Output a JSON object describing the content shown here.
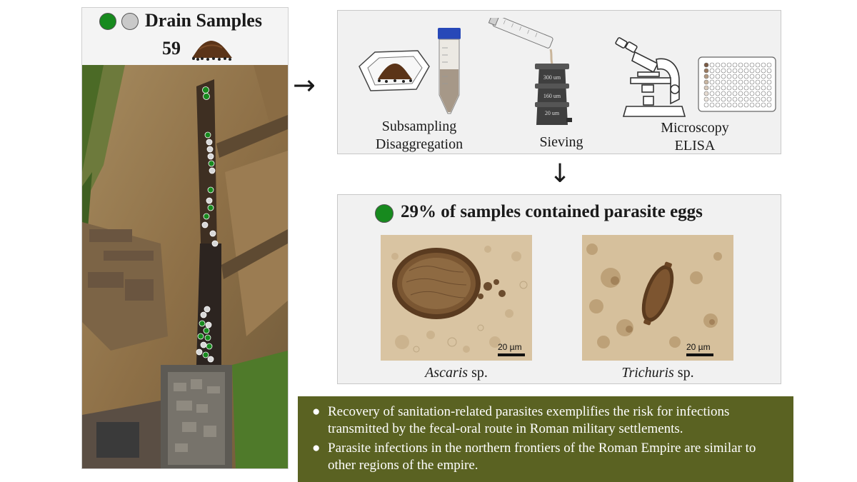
{
  "header": {
    "title": "Drain Samples",
    "sample_count": "59",
    "legend_colors": {
      "positive": "#178a1e",
      "negative": "#c9c9c9"
    }
  },
  "arrows": {
    "right": "→",
    "down": "↓"
  },
  "methods": {
    "steps": [
      {
        "label_line1": "Subsampling",
        "label_line2": "Disaggregation",
        "icon": "soil-tray-and-tube-icon"
      },
      {
        "label_line1": "Sieving",
        "label_line2": "",
        "icon": "sieve-stack-icon",
        "sieve_sizes": [
          "300 um",
          "160 um",
          "20 um"
        ]
      },
      {
        "label_line1": "Microscopy",
        "label_line2": "ELISA",
        "icon": "microscope-and-plate-icon"
      }
    ]
  },
  "results": {
    "title": "29% of samples contained parasite eggs",
    "images": [
      {
        "genus": "Ascaris",
        "suffix": " sp.",
        "scale": "20 µm"
      },
      {
        "genus": "Trichuris",
        "suffix": " sp.",
        "scale": "20 µm"
      }
    ]
  },
  "conclusions": {
    "bullet": "●",
    "items": [
      "Recovery of sanitation-related parasites exemplifies the risk for infections transmitted by the fecal-oral route in Roman military settlements.",
      "Parasite infections in the northern frontiers of the Roman Empire are similar to other regions of the empire."
    ]
  }
}
